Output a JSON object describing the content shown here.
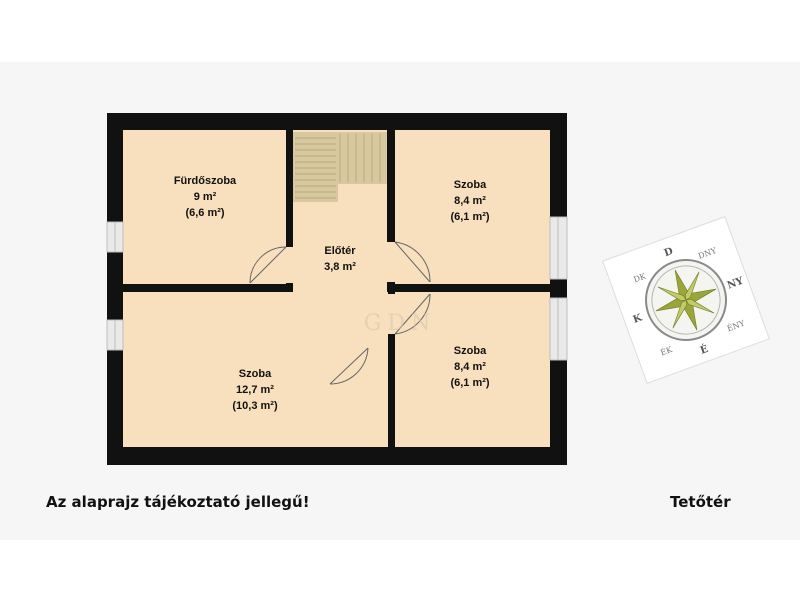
{
  "plan": {
    "rooms": [
      {
        "id": "furdoszoba",
        "name": "Fürdőszoba",
        "area": "9 m²",
        "net_area": "(6,6 m²)"
      },
      {
        "id": "szoba-ne",
        "name": "Szoba",
        "area": "8,4 m²",
        "net_area": "(6,1 m²)"
      },
      {
        "id": "eloter",
        "name": "Előtér",
        "area": "3,8 m²"
      },
      {
        "id": "szoba-sw",
        "name": "Szoba",
        "area": "12,7 m²",
        "net_area": "(10,3 m²)"
      },
      {
        "id": "szoba-se",
        "name": "Szoba",
        "area": "8,4 m²",
        "net_area": "(6,1 m²)"
      }
    ],
    "watermark": "GDN",
    "colors": {
      "wall": "#111111",
      "floor": "#f8dfbd",
      "stairs": "#d8c8a0",
      "window": "#e9e9e9"
    }
  },
  "compass": {
    "north": "É",
    "south": "D",
    "east": "K",
    "west": "NY",
    "northeast": "ÉK",
    "southeast": "DK",
    "northwest": "ÉNY",
    "southwest": "DNY",
    "colors": {
      "star": "#9aa63a",
      "ring": "#8a8a8a"
    }
  },
  "footer": {
    "disclaimer": "Az alaprajz tájékoztató jellegű!",
    "floor_name": "Tetőtér"
  }
}
